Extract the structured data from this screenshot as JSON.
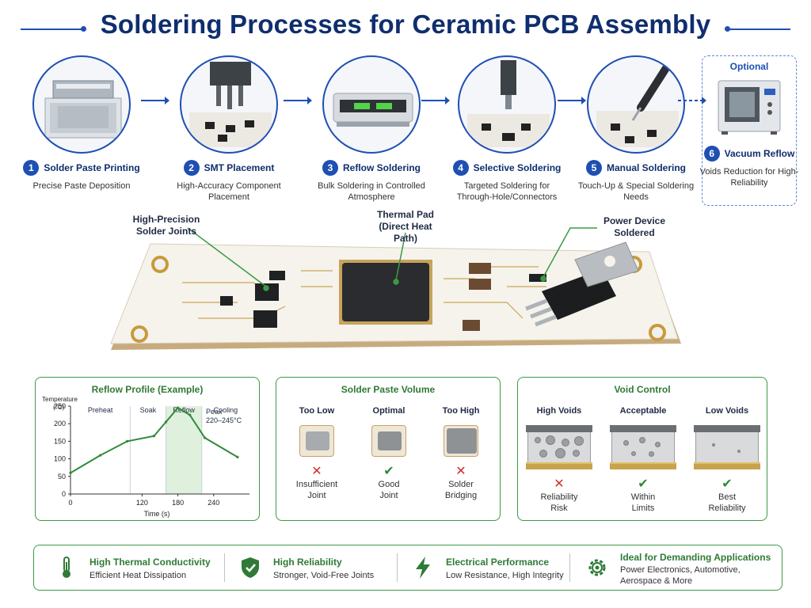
{
  "title": "Soldering Processes for Ceramic PCB Assembly",
  "steps": [
    {
      "num": "1",
      "label": "Solder Paste Printing",
      "desc": "Precise Paste Deposition",
      "icon": "stencil-printer-icon"
    },
    {
      "num": "2",
      "label": "SMT Placement",
      "desc": "High-Accuracy Component Placement",
      "icon": "pick-and-place-icon"
    },
    {
      "num": "3",
      "label": "Reflow Soldering",
      "desc": "Bulk Soldering in Controlled Atmosphere",
      "icon": "reflow-oven-icon"
    },
    {
      "num": "4",
      "label": "Selective Soldering",
      "desc": "Targeted Soldering for Through-Hole/Connectors",
      "icon": "selective-solder-nozzle-icon"
    },
    {
      "num": "5",
      "label": "Manual Soldering",
      "desc": "Touch-Up & Special Soldering Needs",
      "icon": "soldering-iron-icon"
    },
    {
      "num": "6",
      "label": "Vacuum Reflow",
      "desc": "Voids Reduction for High-Reliability",
      "icon": "vacuum-oven-icon"
    }
  ],
  "optional_label": "Optional",
  "board": {
    "callouts": {
      "joints": "High-Precision Solder Joints",
      "thermal_pad": "Thermal Pad (Direct Heat Path)",
      "power_device": "Power Device Soldered"
    }
  },
  "reflow_panel": {
    "title": "Reflow Profile (Example)",
    "chart_data": {
      "type": "line",
      "title": "Reflow Profile (Example)",
      "xlabel": "Time (s)",
      "ylabel": "Temperature (°C)",
      "xlim": [
        0,
        300
      ],
      "ylim": [
        0,
        250
      ],
      "x_ticks": [
        "0",
        "120",
        "180",
        "240"
      ],
      "x_tick_values": [
        0,
        120,
        180,
        240
      ],
      "y_ticks": [
        "0",
        "50",
        "100",
        "150",
        "200",
        "250"
      ],
      "y_tick_values": [
        0,
        50,
        100,
        150,
        200,
        250
      ],
      "zones": [
        "Preheat",
        "Soak",
        "Reflow",
        "Cooling"
      ],
      "zone_bounds": [
        0,
        100,
        160,
        220,
        300
      ],
      "peak_label": "Peak 220–245°C",
      "series": [
        {
          "x": [
            0,
            50,
            95,
            140,
            160,
            180,
            200,
            225,
            280
          ],
          "y": [
            60,
            110,
            150,
            165,
            205,
            245,
            225,
            160,
            105
          ]
        }
      ],
      "grid": false
    }
  },
  "paste_panel": {
    "title": "Solder Paste Volume",
    "columns": [
      {
        "head": "Too Low",
        "mark": "✕",
        "ok": false,
        "foot1": "Insufficient",
        "foot2": "Joint"
      },
      {
        "head": "Optimal",
        "mark": "✔",
        "ok": true,
        "foot1": "Good",
        "foot2": "Joint"
      },
      {
        "head": "Too High",
        "mark": "✕",
        "ok": false,
        "foot1": "Solder",
        "foot2": "Bridging"
      }
    ]
  },
  "void_panel": {
    "title": "Void Control",
    "columns": [
      {
        "head": "High Voids",
        "mark": "✕",
        "ok": false,
        "foot1": "Reliability",
        "foot2": "Risk"
      },
      {
        "head": "Acceptable",
        "mark": "✔",
        "ok": true,
        "foot1": "Within",
        "foot2": "Limits"
      },
      {
        "head": "Low Voids",
        "mark": "✔",
        "ok": true,
        "foot1": "Best",
        "foot2": "Reliability"
      }
    ]
  },
  "features": [
    {
      "title": "High Thermal Conductivity",
      "desc": "Efficient Heat Dissipation",
      "icon": "thermometer-icon"
    },
    {
      "title": "High Reliability",
      "desc": "Stronger, Void-Free Joints",
      "icon": "shield-check-icon"
    },
    {
      "title": "Electrical Performance",
      "desc": "Low Resistance, High Integrity",
      "icon": "lightning-bolt-icon"
    },
    {
      "title": "Ideal for Demanding Applications",
      "desc": "Power Electronics, Automotive,",
      "desc2": "Aerospace & More",
      "icon": "gear-icon"
    }
  ],
  "colors": {
    "navy": "#0f2e6e",
    "blue": "#1f4fb3",
    "green": "#2f7a36",
    "red": "#d3302a"
  }
}
